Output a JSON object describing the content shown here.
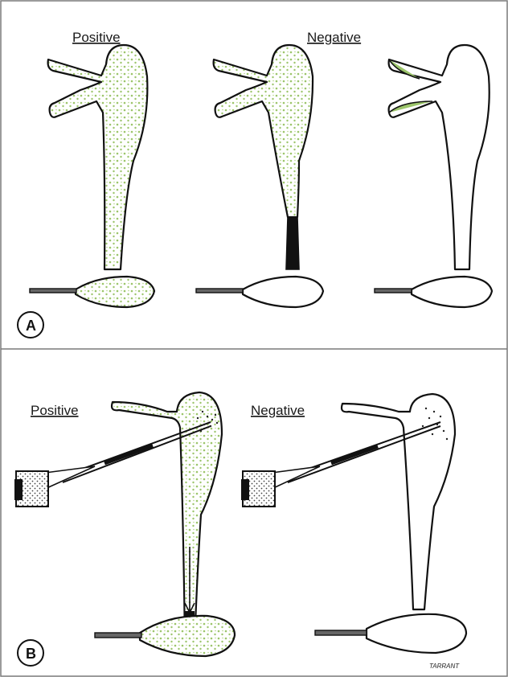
{
  "panels": {
    "a": {
      "letter": "A",
      "label_positive": "Positive",
      "label_negative": "Negative"
    },
    "b": {
      "letter": "B",
      "label_positive": "Positive",
      "label_negative": "Negative"
    }
  },
  "signature": "TARRANT",
  "colors": {
    "fill_dots": "#9cc56b",
    "outline": "#111111",
    "frame": "#7a7a7a",
    "background": "#ffffff"
  }
}
